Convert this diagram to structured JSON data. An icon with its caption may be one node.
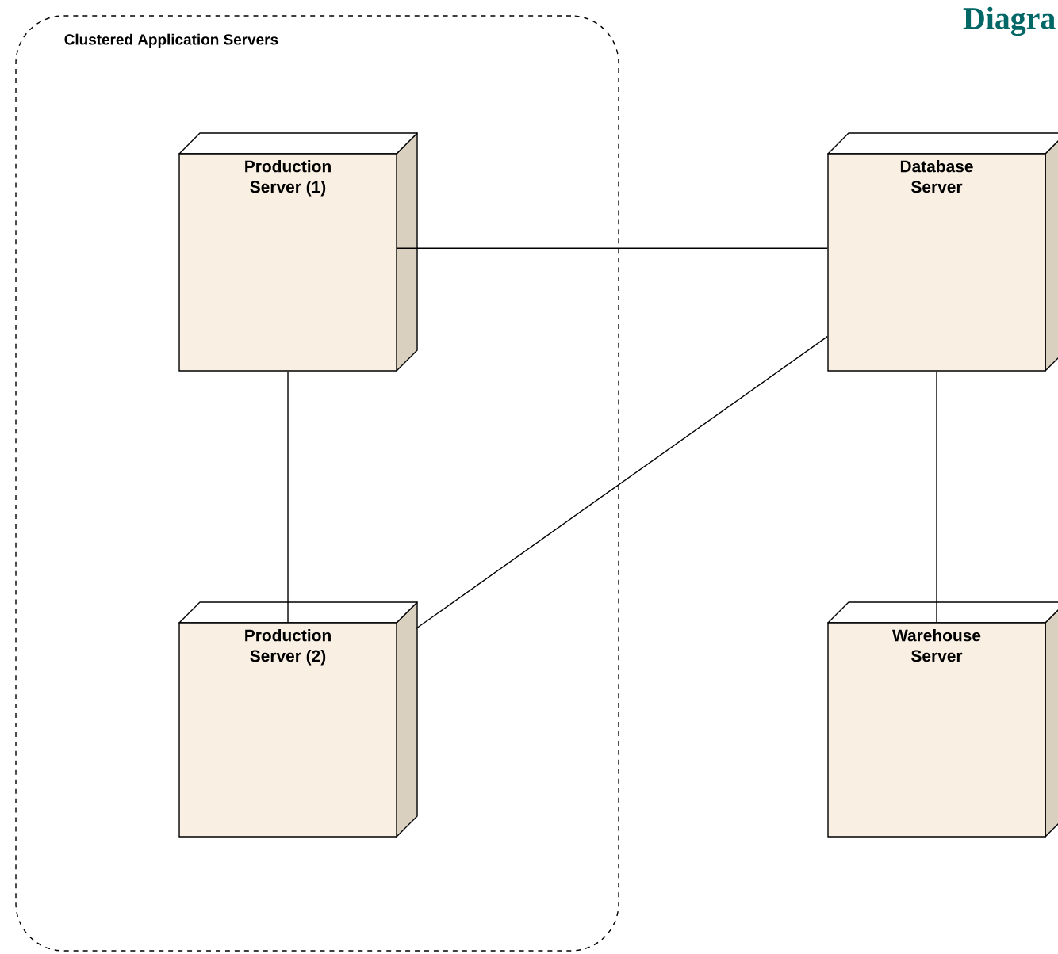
{
  "diagram": {
    "title": "Diagra",
    "nodes": [
      {
        "text": [
          "Clustered Application Servers"
        ]
      },
      {
        "text": [
          "Production Server (1)"
        ],
        "in": 0
      },
      {
        "text": [
          "Production Server (2)"
        ],
        "in": 0
      },
      {
        "text": [
          "Database Server"
        ]
      },
      {
        "text": [
          "Warehouse Server"
        ]
      }
    ],
    "edges": [
      {
        "from": 1,
        "to": 3,
        "arrow": "none"
      },
      {
        "from": 1,
        "to": 2,
        "arrow": "none"
      },
      {
        "from": 2,
        "to": 3,
        "arrow": "none"
      },
      {
        "from": 3,
        "to": 4,
        "arrow": "none"
      }
    ]
  }
}
